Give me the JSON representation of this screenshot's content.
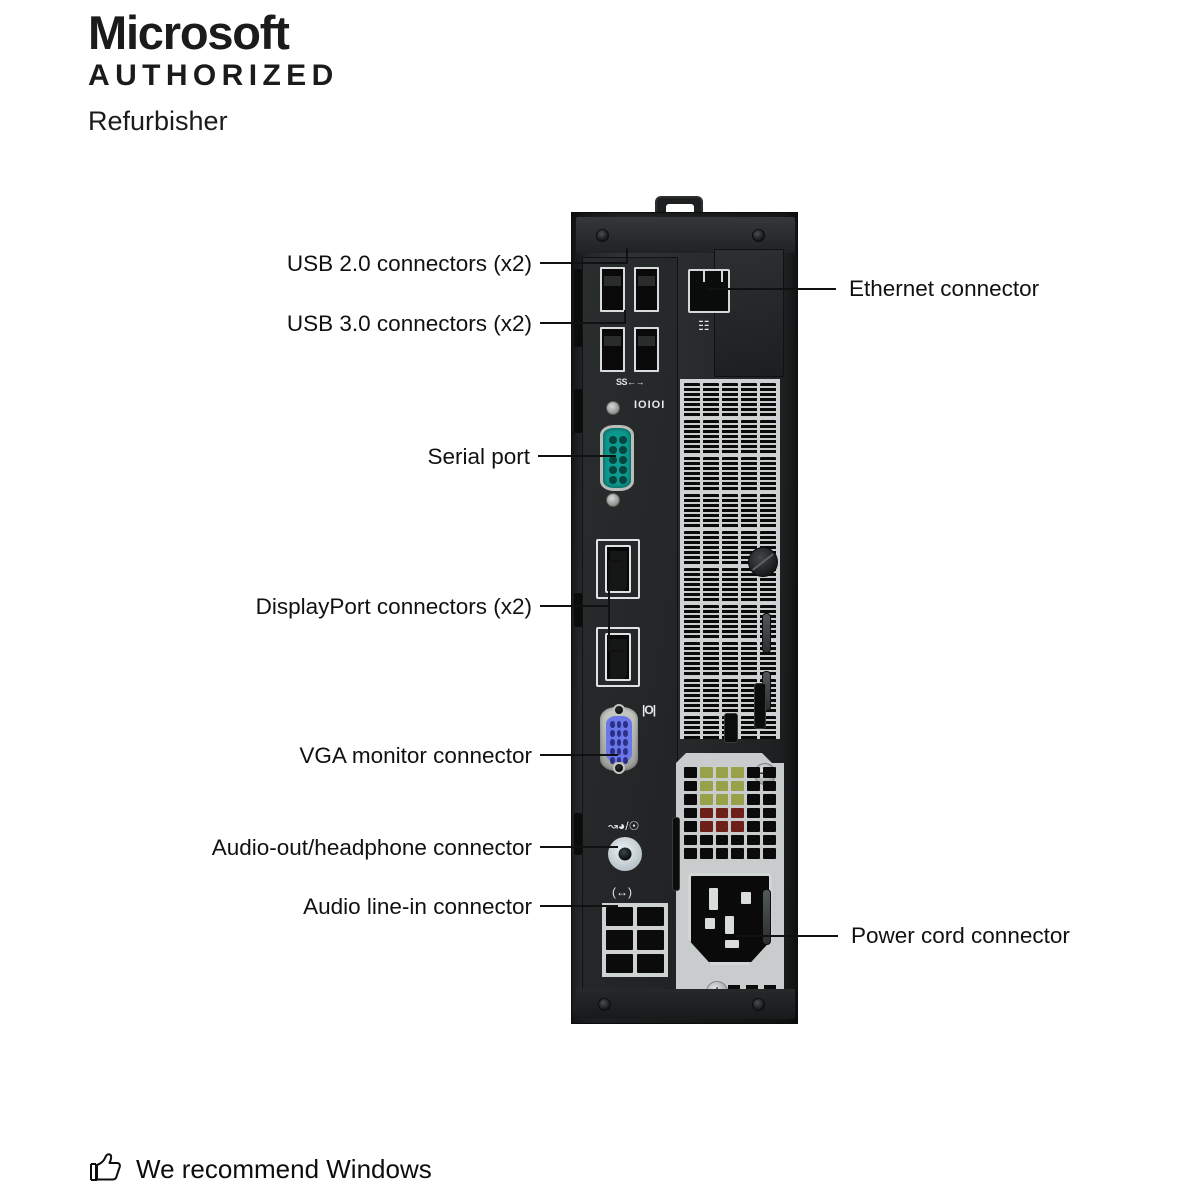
{
  "header": {
    "brand": "Microsoft",
    "authorized": "AUTHORIZED",
    "refurbisher": "Refurbisher"
  },
  "footer": {
    "thumb_icon": "thumbs-up-icon",
    "text": "We recommend Windows"
  },
  "diagram": {
    "subject": "Dell OptiPlex small-form-factor desktop rear I/O panel",
    "callouts_left": [
      {
        "id": "usb20",
        "label": "USB 2.0 connectors (x2)"
      },
      {
        "id": "usb30",
        "label": "USB 3.0 connectors (x2)"
      },
      {
        "id": "serial",
        "label": "Serial port"
      },
      {
        "id": "displayport",
        "label": "DisplayPort connectors (x2)"
      },
      {
        "id": "vga",
        "label": "VGA monitor connector"
      },
      {
        "id": "audioout",
        "label": "Audio-out/headphone connector"
      },
      {
        "id": "linein",
        "label": "Audio line-in connector"
      }
    ],
    "callouts_right": [
      {
        "id": "ethernet",
        "label": "Ethernet connector"
      },
      {
        "id": "power",
        "label": "Power cord connector"
      }
    ],
    "port_markings": {
      "usb3_symbol": "SS←→",
      "serial_symbol": "IOIOI",
      "vga_symbol": "|O|",
      "network_symbol": "network-icon",
      "audio_out_symbol": "headphone-icon",
      "line_in_symbol": "line-in-icon"
    },
    "colors": {
      "serial_port": "#0e9b90",
      "vga_port": "#6a77e8",
      "audio_out_jack": "#d6dee2",
      "line_in_jack": "#c3ce86",
      "chassis": "#26292a",
      "vent": "#cfd2d2",
      "text": "#111111"
    }
  }
}
